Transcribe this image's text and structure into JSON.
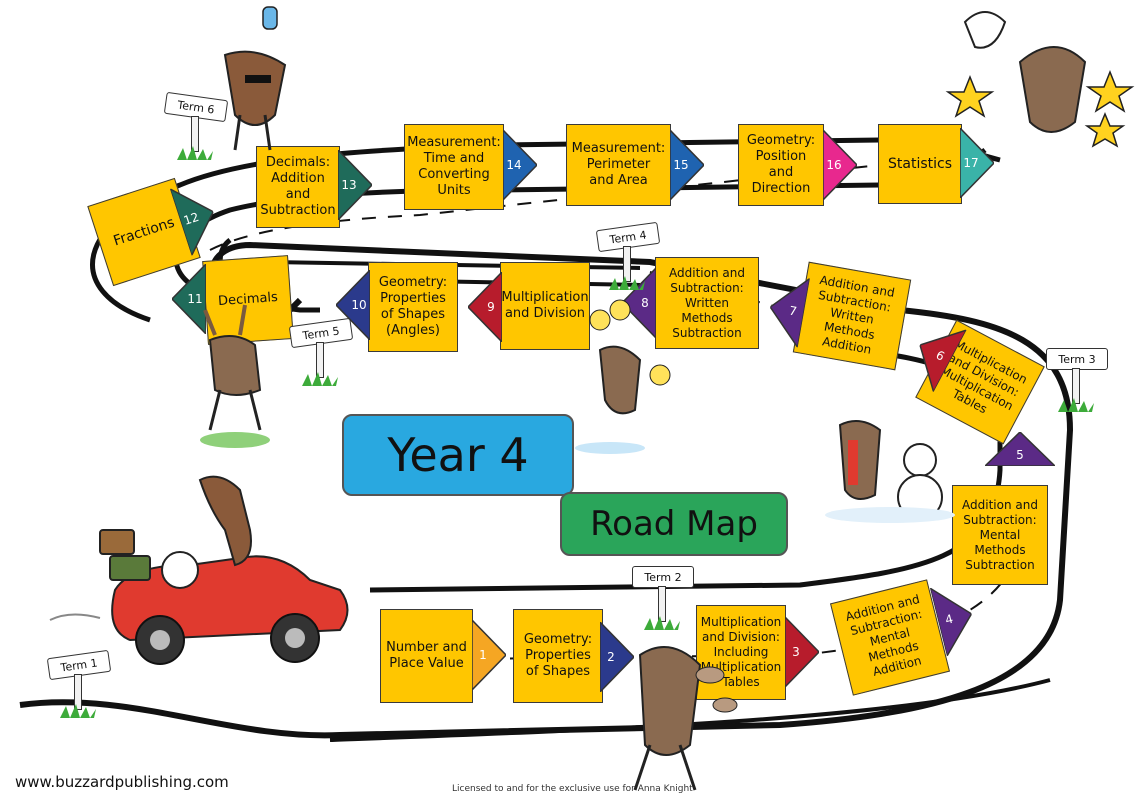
{
  "title": {
    "line1": "Year 4",
    "line2": "Road Map"
  },
  "colors": {
    "tile": "#ffc600",
    "title1_bg": "#29a8e0",
    "title2_bg": "#2aa55a"
  },
  "steps": [
    {
      "num": "1",
      "label": "Number and\nPlace Value",
      "color": "#f5a623"
    },
    {
      "num": "2",
      "label": "Geometry:\nProperties\nof Shapes",
      "color": "#2b3a8c"
    },
    {
      "num": "3",
      "label": "Multiplication\nand Division:\nIncluding\nMultiplication\nTables",
      "color": "#b71c2c"
    },
    {
      "num": "4",
      "label": "Addition and\nSubtraction:\nMental Methods\nAddition",
      "color": "#5b2a86"
    },
    {
      "num": "5",
      "label": "Addition and\nSubtraction:\nMental\nMethods\nSubtraction",
      "color": "#5b2a86"
    },
    {
      "num": "6",
      "label": "Multiplication\nand Division:\nMultiplication\nTables",
      "color": "#b71c2c"
    },
    {
      "num": "7",
      "label": "Addition and\nSubtraction:\nWritten Methods\nAddition",
      "color": "#5b2a86"
    },
    {
      "num": "8",
      "label": "Addition and\nSubtraction:\nWritten Methods\nSubtraction",
      "color": "#5b2a86"
    },
    {
      "num": "9",
      "label": "Multiplication\nand Division",
      "color": "#b71c2c"
    },
    {
      "num": "10",
      "label": "Geometry:\nProperties\nof Shapes\n(Angles)",
      "color": "#2b3a8c"
    },
    {
      "num": "11",
      "label": "Decimals",
      "color": "#1f6b5a"
    },
    {
      "num": "12",
      "label": "Fractions",
      "color": "#1f6b5a"
    },
    {
      "num": "13",
      "label": "Decimals:\nAddition and\nSubtraction",
      "color": "#1f6b5a"
    },
    {
      "num": "14",
      "label": "Measurement:\nTime and\nConverting\nUnits",
      "color": "#1f63b0"
    },
    {
      "num": "15",
      "label": "Measurement:\nPerimeter\nand Area",
      "color": "#1f63b0"
    },
    {
      "num": "16",
      "label": "Geometry:\nPosition\nand\nDirection",
      "color": "#e8288e"
    },
    {
      "num": "17",
      "label": "Statistics",
      "color": "#3ab3a8"
    }
  ],
  "terms": [
    "Term 1",
    "Term 2",
    "Term 3",
    "Term 4",
    "Term 5",
    "Term 6"
  ],
  "footer": {
    "website": "www.buzzardpublishing.com",
    "license": "Licensed to and for the exclusive use for Anna Knight"
  },
  "decorations": [
    "moose-car-icon",
    "moose-skier-icon",
    "moose-snowman-icon",
    "moose-flowers-icon",
    "moose-leaves-icon",
    "moose-icecream-icon",
    "moose-stars-icon",
    "reindeer-icon"
  ]
}
